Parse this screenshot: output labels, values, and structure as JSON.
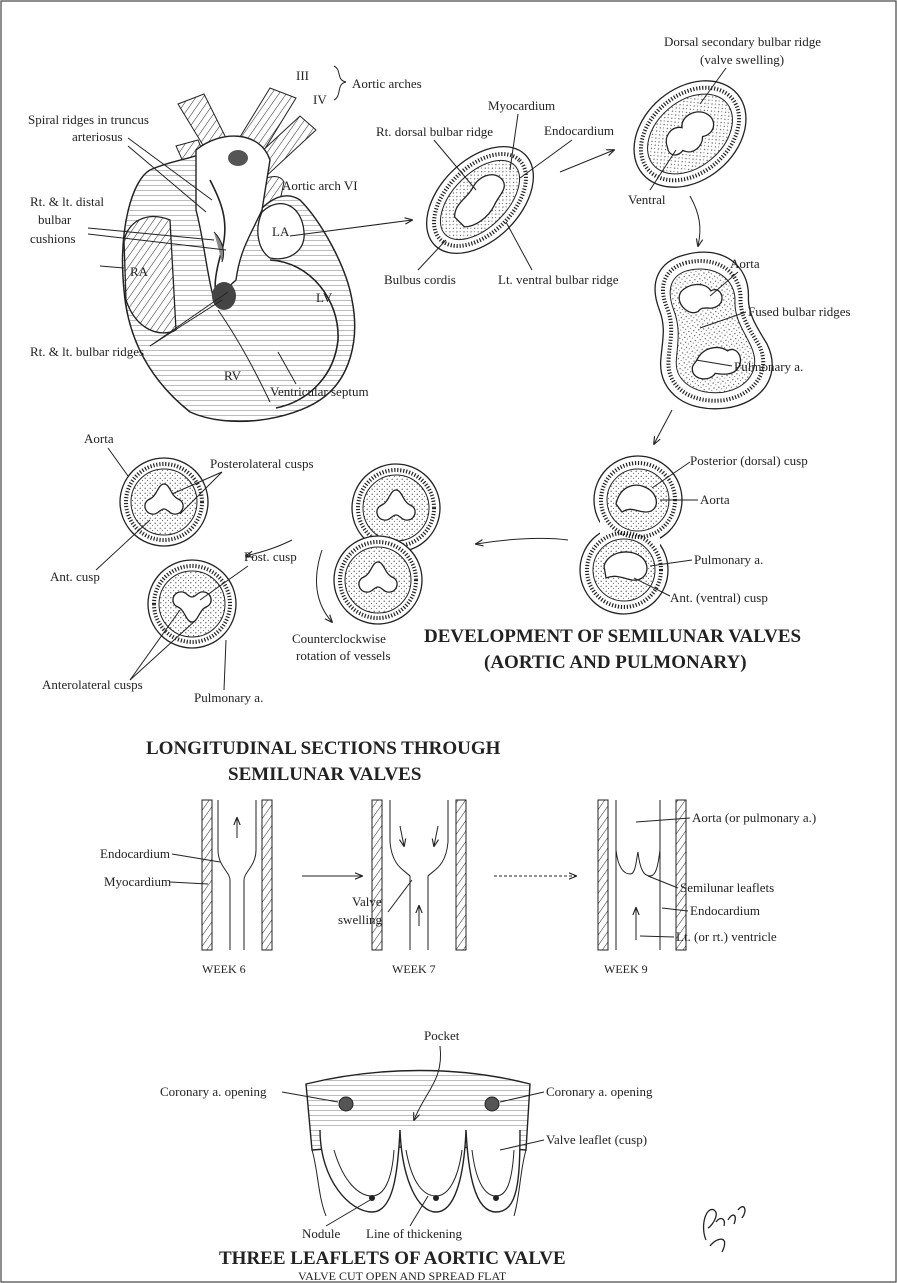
{
  "heart": {
    "aortic_arches": "Aortic arches",
    "arch_iii": "III",
    "arch_iv": "IV",
    "spiral_ridges_1": "Spiral ridges in truncus",
    "spiral_ridges_2": "arteriosus",
    "aortic_arch_vi": "Aortic arch VI",
    "distal_cushions_1": "Rt. & lt. distal",
    "distal_cushions_2": "bulbar",
    "distal_cushions_3": "cushions",
    "la": "LA",
    "ra": "RA",
    "lv": "LV",
    "rv": "RV",
    "bulbar_ridges": "Rt. & lt. bulbar ridges",
    "ventricular_septum": "Ventricular septum"
  },
  "bulbus_section": {
    "myocardium": "Myocardium",
    "rt_dorsal": "Rt. dorsal bulbar ridge",
    "endocardium": "Endocardium",
    "bulbus_cordis": "Bulbus cordis",
    "lt_ventral": "Lt. ventral bulbar ridge"
  },
  "swelling_section": {
    "dorsal_secondary_1": "Dorsal secondary bulbar ridge",
    "dorsal_secondary_2": "(valve swelling)",
    "ventral": "Ventral"
  },
  "fused_section": {
    "aorta": "Aorta",
    "fused": "Fused bulbar ridges",
    "pulmonary": "Pulmonary a."
  },
  "cusp_section": {
    "posterior": "Posterior (dorsal) cusp",
    "aorta": "Aorta",
    "pulmonary": "Pulmonary a.",
    "anterior": "Ant. (ventral) cusp"
  },
  "rotation": {
    "line1": "Counterclockwise",
    "line2": "rotation of vessels"
  },
  "final_valves": {
    "aorta": "Aorta",
    "posterolateral": "Posterolateral cusps",
    "ant_cusp": "Ant. cusp",
    "post_cusp": "Post. cusp",
    "anterolateral": "Anterolateral cusps",
    "pulmonary": "Pulmonary a."
  },
  "title_semilunar": {
    "line1": "DEVELOPMENT OF SEMILUNAR VALVES",
    "line2": "(AORTIC AND PULMONARY)"
  },
  "longitudinal": {
    "title1": "LONGITUDINAL SECTIONS THROUGH",
    "title2": "SEMILUNAR VALVES",
    "endocardium": "Endocardium",
    "myocardium": "Myocardium",
    "valve_swelling_1": "Valve",
    "valve_swelling_2": "swelling",
    "aorta_or_pulm": "Aorta (or pulmonary a.)",
    "semilunar_leaflets": "Semilunar leaflets",
    "endocardium_2": "Endocardium",
    "ventricle": "Lt. (or rt.) ventricle",
    "week6": "WEEK 6",
    "week7": "WEEK 7",
    "week9": "WEEK 9"
  },
  "leaflets": {
    "pocket": "Pocket",
    "coronary_left": "Coronary a. opening",
    "coronary_right": "Coronary a. opening",
    "valve_leaflet": "Valve leaflet (cusp)",
    "nodule": "Nodule",
    "line_thickening": "Line of thickening",
    "title": "THREE LEAFLETS OF AORTIC VALVE",
    "subtitle": "VALVE CUT OPEN AND SPREAD FLAT"
  },
  "signature": "Pansky"
}
